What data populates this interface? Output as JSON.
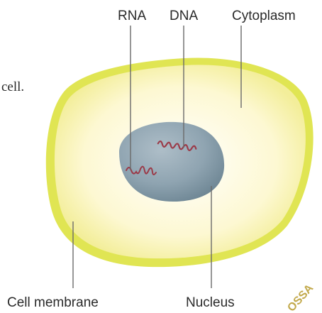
{
  "labels": {
    "rna": "RNA",
    "dna": "DNA",
    "cytoplasm": "Cytoplasm",
    "cell_membrane": "Cell membrane",
    "nucleus": "Nucleus",
    "partial_text_left": "cell.",
    "partial_stamp": "OSSA"
  },
  "colors": {
    "cytoplasm_fill": "#fdf6c4",
    "membrane": "#dce44c",
    "nucleus": "#8ea4b0",
    "nucleic_acid": "#9b3a48",
    "leader_line": "#6a6a6a"
  }
}
